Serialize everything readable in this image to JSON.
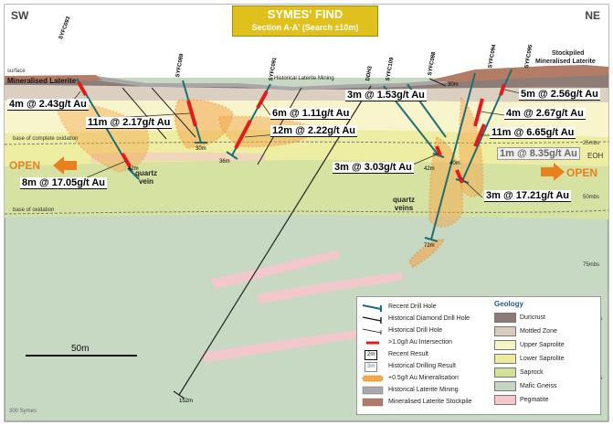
{
  "title": {
    "main": "SYMES' FIND",
    "sub": "Section A-A' (Search ±10m)"
  },
  "corners": {
    "left": "SW",
    "right": "NE"
  },
  "copyright": "300 Symes",
  "surface_labels": {
    "surface": "surface",
    "mineralised_laterite": "Mineralised Laterite",
    "historical_laterite_mining": "Historical Laterite Mining",
    "stockpiled": "Stockpiled",
    "stockpiled_laterite": "Mineralised Laterite",
    "base_complete_oxidation": "base of complete oxidation",
    "base_oxidation": "base of oxidation",
    "quartz_vein": [
      "quartz",
      "vein"
    ],
    "quartz_veins": [
      "quartz",
      "veins"
    ],
    "open_left": "OPEN",
    "open_right": "OPEN",
    "eoh": "EOH"
  },
  "depth_markers": [
    "25mbs",
    "50mbs",
    "75mbs",
    "100mbs",
    "125mbs"
  ],
  "scale_bar": "50m",
  "drill_holes": [
    {
      "name": "SYFC093",
      "end": "42m"
    },
    {
      "name": "SYFC089",
      "end": "30m"
    },
    {
      "name": "SYFC091",
      "end": "36m"
    },
    {
      "name": "DDH3",
      "end": "152m"
    },
    {
      "name": "SYFC109",
      "end": ""
    },
    {
      "name": "SYFC088",
      "end": "42m"
    },
    {
      "name": "SYFC094",
      "end": "40m"
    },
    {
      "name": "SYFC095",
      "end": "72m"
    },
    {
      "name": "",
      "end": "30m"
    }
  ],
  "results": [
    {
      "text": "4m @ 2.43g/t Au",
      "recent": true
    },
    {
      "text": "11m @ 2.17g/t Au",
      "recent": true
    },
    {
      "text": "6m @ 1.11g/t Au",
      "recent": true
    },
    {
      "text": "12m @ 2.22g/t Au",
      "recent": true
    },
    {
      "text": "3m @ 1.53g/t Au",
      "recent": true
    },
    {
      "text": "5m @ 2.56g/t Au",
      "recent": true
    },
    {
      "text": "4m @ 2.67g/t Au",
      "recent": true
    },
    {
      "text": "11m @ 6.65g/t Au",
      "recent": true
    },
    {
      "text": "1m @ 8.35g/t Au",
      "recent": false
    },
    {
      "text": "3m @ 3.03g/t Au",
      "recent": true
    },
    {
      "text": "8m @ 17.05g/t Au",
      "recent": true
    },
    {
      "text": "3m @ 17.21g/t Au",
      "recent": true
    }
  ],
  "legend_left": [
    {
      "label": "Recent Drill Hole",
      "sym": "recent-hole"
    },
    {
      "label": "Historical Diamond Drill Hole",
      "sym": "diamond-hole"
    },
    {
      "label": "Historical Drill Hole",
      "sym": "hist-hole"
    },
    {
      "label": ">1.0g/t Au Intersection",
      "sym": "intersection"
    },
    {
      "label": "Recent Result",
      "sym": "recent-result",
      "badge": "2m"
    },
    {
      "label": "Historical Drilling Result",
      "sym": "hist-result",
      "badge": "3m"
    },
    {
      "label": "+0.5g/t Au Mineralisation",
      "sym": "mineralisation"
    },
    {
      "label": "Historical Laterite Mining",
      "sym": "swatch",
      "color": "#a9a9a9"
    },
    {
      "label": "Mineralised Laterite Stockpile",
      "sym": "swatch",
      "color": "#b07a66"
    }
  ],
  "legend_right_title": "Geology",
  "legend_right": [
    {
      "label": "Duricrust",
      "color": "#8c7b74"
    },
    {
      "label": "Mottled Zone",
      "color": "#d8ccbd"
    },
    {
      "label": "Upper Saprolite",
      "color": "#f7f4c8"
    },
    {
      "label": "Lower Saprolite",
      "color": "#ecec9c"
    },
    {
      "label": "Saprock",
      "color": "#d3e09a"
    },
    {
      "label": "Mafic Gneiss",
      "color": "#c5d6c0"
    },
    {
      "label": "Pegmatite",
      "color": "#f3c8cc"
    }
  ],
  "colors": {
    "background": "#c8d9c4",
    "title_box": "#e0c01c",
    "drill_recent": "#1f6e74",
    "intersection": "#e21b1b",
    "mineralisation": "#f2a53d",
    "open_arrow": "#e8801e"
  }
}
